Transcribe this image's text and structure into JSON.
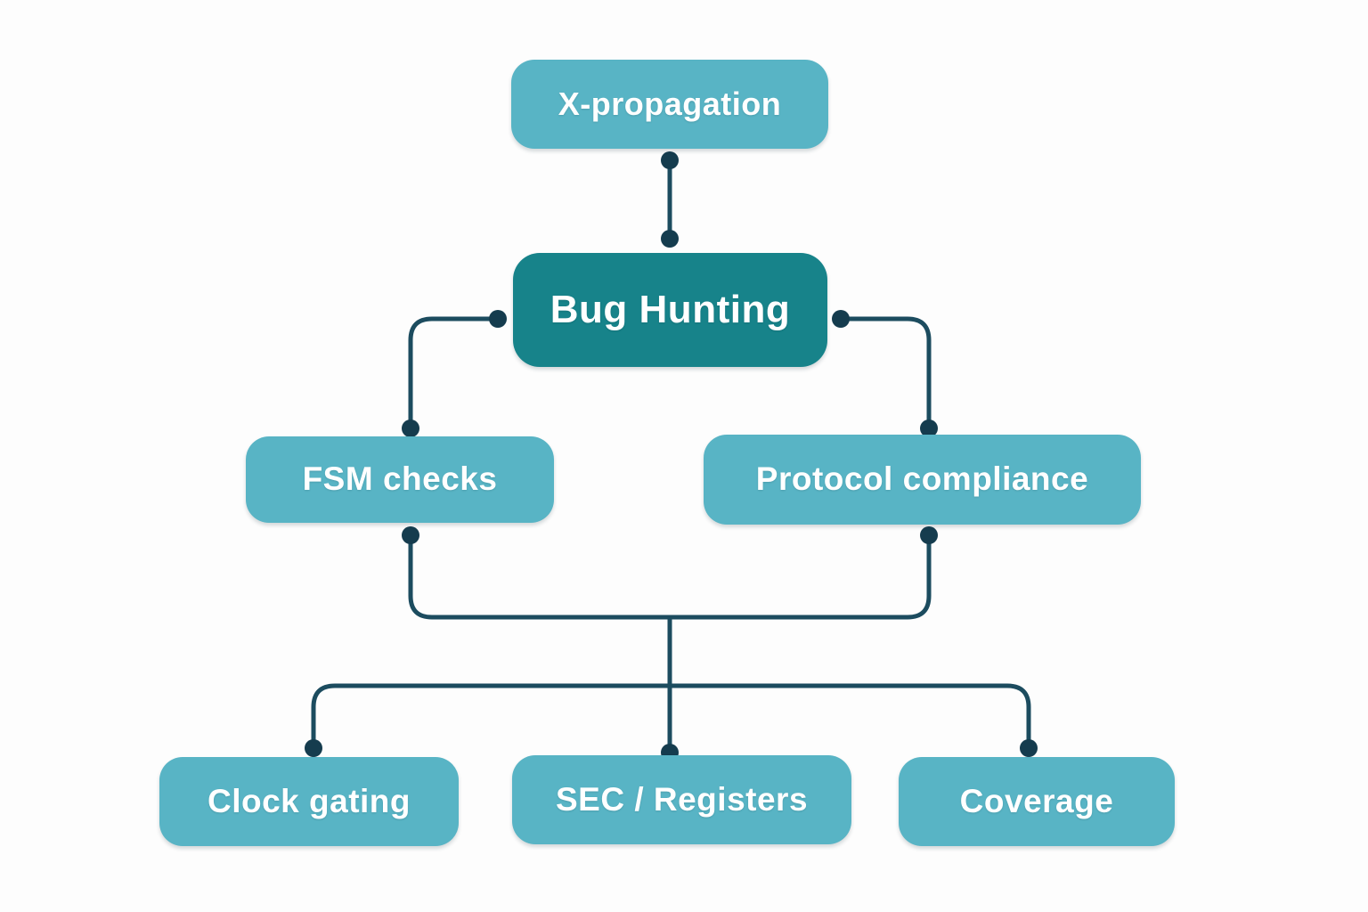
{
  "nodes": {
    "x_propagation": {
      "label": "X-propagation"
    },
    "bug_hunting": {
      "label": "Bug Hunting"
    },
    "fsm_checks": {
      "label": "FSM checks"
    },
    "protocol_compliance": {
      "label": "Protocol compliance"
    },
    "clock_gating": {
      "label": "Clock gating"
    },
    "sec_registers": {
      "label": "SEC / Registers"
    },
    "coverage": {
      "label": "Coverage"
    }
  },
  "edges": [
    {
      "from": "x_propagation",
      "to": "bug_hunting"
    },
    {
      "from": "bug_hunting",
      "to": "fsm_checks"
    },
    {
      "from": "bug_hunting",
      "to": "protocol_compliance"
    },
    {
      "from": "fsm_checks",
      "to": "merge-junction"
    },
    {
      "from": "protocol_compliance",
      "to": "merge-junction"
    },
    {
      "from": "merge-junction",
      "to": "clock_gating"
    },
    {
      "from": "merge-junction",
      "to": "sec_registers"
    },
    {
      "from": "merge-junction",
      "to": "coverage"
    }
  ],
  "colors": {
    "node_light": "#58b4c5",
    "node_dark": "#17838a",
    "connector": "#1c4c5f",
    "dot": "#153c4e",
    "text": "#ffffff",
    "background": "#fdfdfd"
  }
}
